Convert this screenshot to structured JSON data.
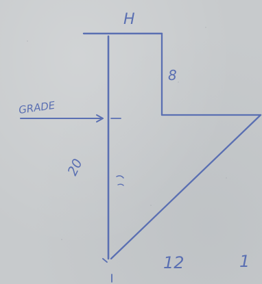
{
  "labels": {
    "top": "H",
    "right_step": "8",
    "grade": "GRADE",
    "left_side": "20",
    "bottom_value": "12",
    "bottom_mark": "1"
  },
  "colors": {
    "paper": "#c7cacc",
    "ink": "#5a6fb2"
  }
}
